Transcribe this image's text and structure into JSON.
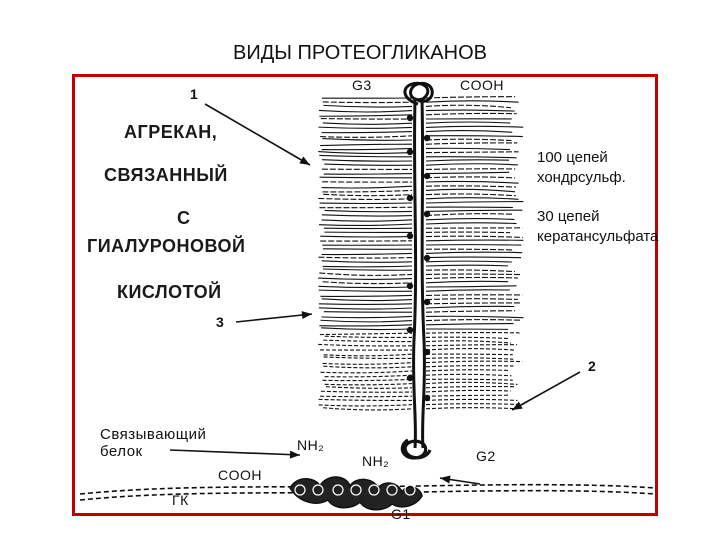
{
  "slide": {
    "title": "ВИДЫ ПРОТЕОГЛИКАНОВ"
  },
  "left_caption": {
    "line1": "АГРЕКАН,",
    "line2": "СВЯЗАННЫЙ",
    "line3": "С",
    "line4": "ГИАЛУРОНОВОЙ",
    "line5": "КИСЛОТОЙ"
  },
  "right_caption": {
    "chondroitin_line1": "100 цепей",
    "chondroitin_line2": "хондрсульф.",
    "keratan_line1": "30 цепей",
    "keratan_line2": "кератансульфата"
  },
  "diagram_labels": {
    "marker_1": "1",
    "marker_2": "2",
    "marker_3": "3",
    "g3": "G3",
    "cooh_top": "COOH",
    "link_protein_line1": "Связывающий",
    "link_protein_line2": "белок",
    "nh2_upper": "NH₂",
    "nh2_lower": "NH₂",
    "cooh_bottom": "COOH",
    "g2": "G2",
    "gk": "ГК",
    "g1": "G1"
  },
  "colors": {
    "frame_border": "#c00000",
    "ink": "#111111"
  }
}
